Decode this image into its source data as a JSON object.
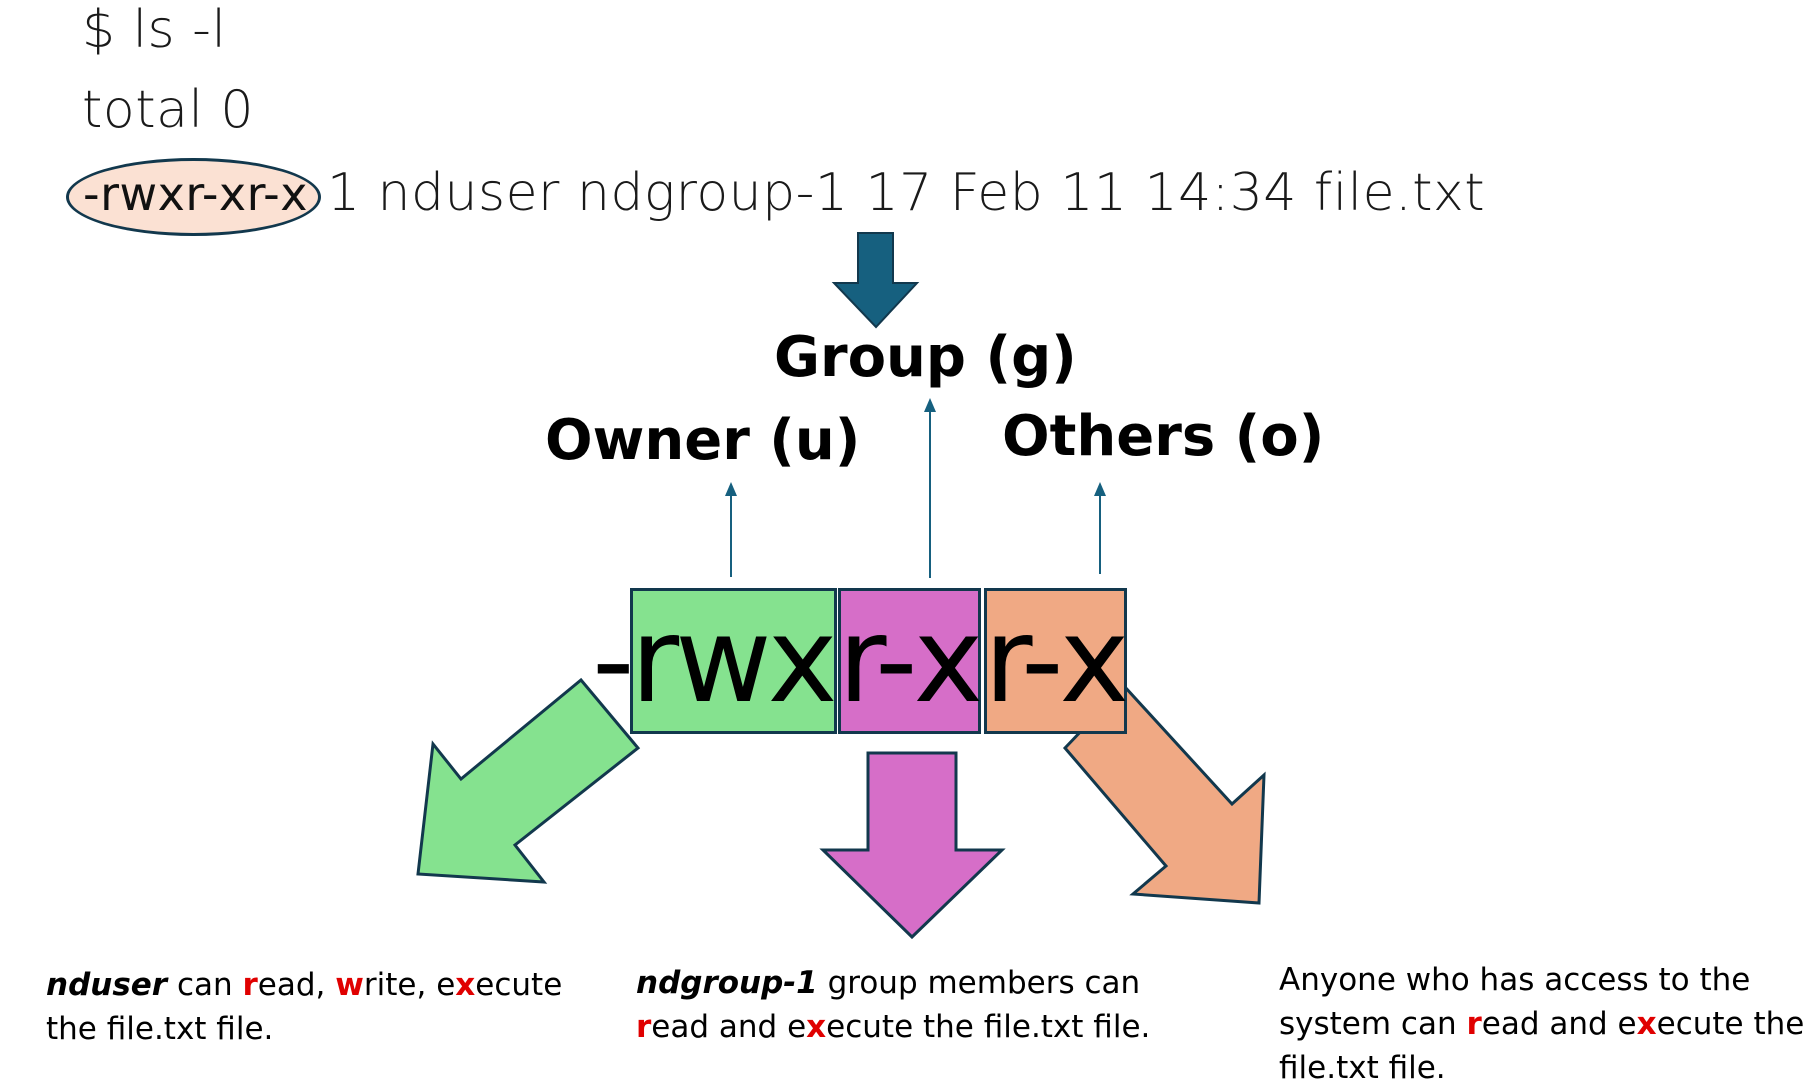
{
  "terminal": {
    "command": "$ ls -l",
    "total": "total 0",
    "permissions": "-rwxr-xr-x",
    "rest_of_line": "1 nduser ndgroup-1 17 Feb 11 14:34 file.txt"
  },
  "roles": {
    "group": "Group (g)",
    "owner": "Owner (u)",
    "others": "Others (o)"
  },
  "permission_segments": {
    "owner": "-rwx",
    "group": "r-x",
    "others": "r-x"
  },
  "descriptions": {
    "owner": {
      "subject": "nduser",
      "p1": " can ",
      "k1": "r",
      "p2": "ead, ",
      "k2": "w",
      "p3": "rite, e",
      "k3": "x",
      "p4": "ecute the file.txt file."
    },
    "group": {
      "subject": "ndgroup-1",
      "p1": " group members can ",
      "k1": "r",
      "p2": "ead and e",
      "k2": "x",
      "p3": "ecute the file.txt file."
    },
    "others": {
      "p1": "Anyone who has access to the system can ",
      "k1": "r",
      "p2": "ead and e",
      "k2": "x",
      "p3": "ecute the file.txt file."
    }
  },
  "colors": {
    "owner": "#85e28f",
    "group": "#d66ec8",
    "others": "#f0a984",
    "highlight": "#fbe1d3",
    "dark_arrow": "#16607f",
    "outline": "#12384d",
    "key_letter": "#e00000"
  }
}
